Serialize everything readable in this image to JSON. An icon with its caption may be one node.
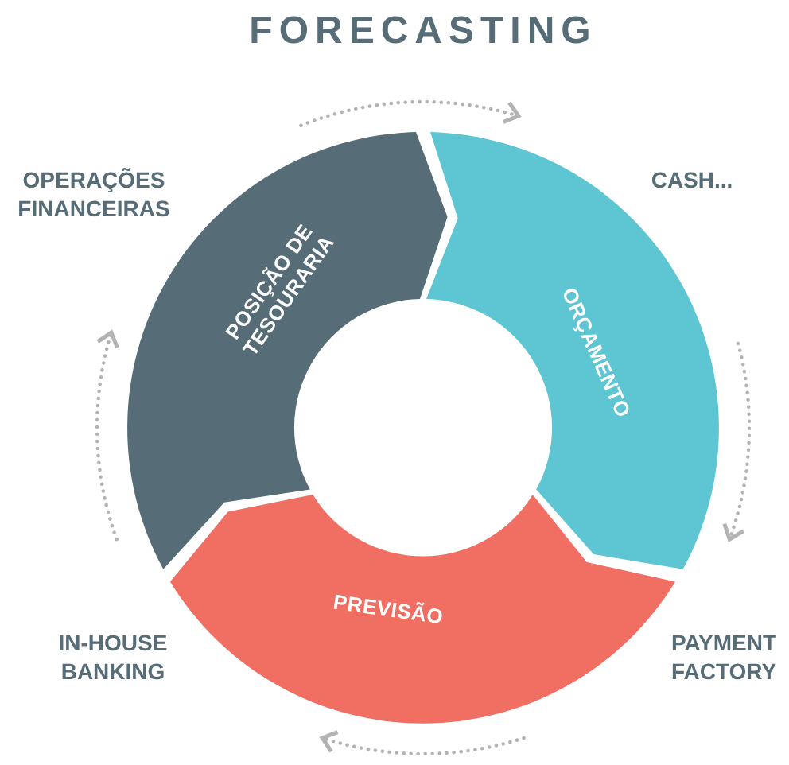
{
  "diagram": {
    "title": "FORECASTING",
    "nodes": [
      {
        "text": [
          "POSIÇÃO DE TESOURARIA"
        ]
      },
      {
        "text": [
          "ORÇAMENTO"
        ]
      },
      {
        "text": [
          "PREVISÃO"
        ]
      }
    ],
    "labels": [
      "OPERAÇÕES FINANCEIRAS",
      "CASH...",
      "IN-HOUSE BANKING",
      "PAYMENT FACTORY"
    ]
  }
}
